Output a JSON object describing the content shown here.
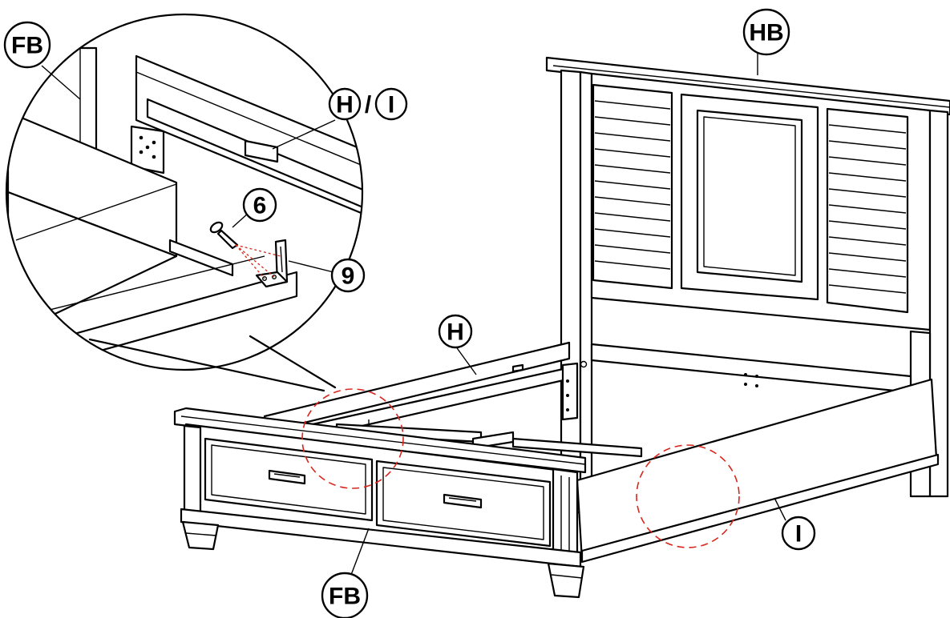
{
  "labels": {
    "hb": "HB",
    "fb_top": "FB",
    "fb_bottom": "FB",
    "h": "H",
    "i": "I",
    "hi_h": "H",
    "hi_sep": "/",
    "hi_i": "I",
    "screw": "6",
    "bracket": "9"
  },
  "colors": {
    "line": "#000000",
    "highlight": "#d9261c",
    "background": "#ffffff"
  }
}
